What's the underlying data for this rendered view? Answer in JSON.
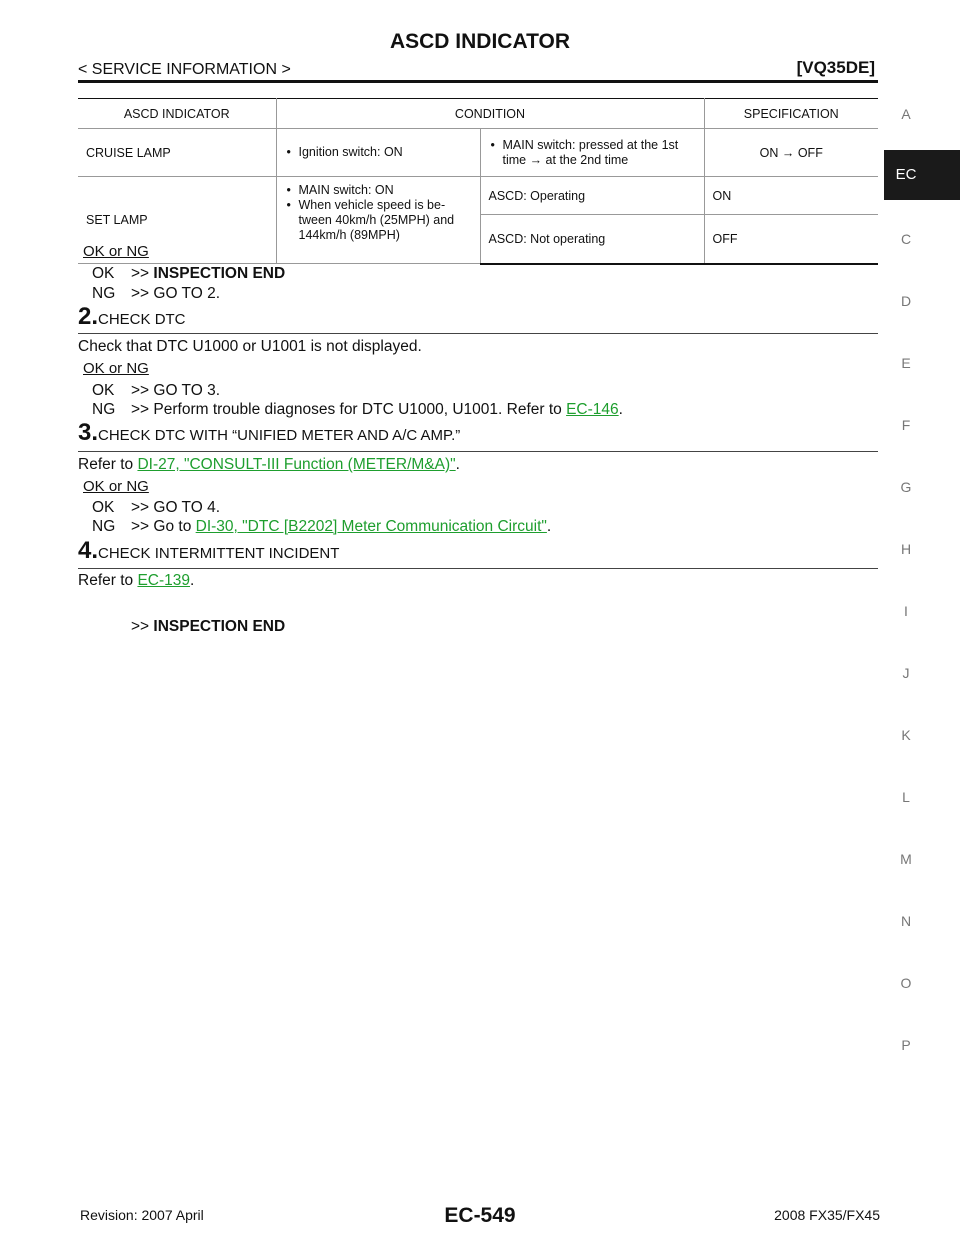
{
  "header": {
    "title": "ASCD INDICATOR",
    "breadcrumb": "< SERVICE INFORMATION >",
    "engine": "[VQ35DE]"
  },
  "side_index": {
    "letters": [
      "A",
      "EC",
      "C",
      "D",
      "E",
      "F",
      "G",
      "H",
      "I",
      "J",
      "K",
      "L",
      "M",
      "N",
      "O",
      "P"
    ],
    "active": "EC"
  },
  "spec_table": {
    "headers": [
      "ASCD INDICATOR",
      "CONDITION",
      "SPECIFICATION"
    ],
    "cruise": {
      "indicator": "CRUISE LAMP",
      "condition": "Ignition switch: ON",
      "sub_condition": "MAIN switch: pressed at the 1st time → at the 2nd time",
      "spec": "ON → OFF"
    },
    "set": {
      "indicator": "SET LAMP",
      "condition_1": "MAIN switch: ON",
      "condition_2": "When vehicle speed is be-tween 40km/h (25MPH) and 144km/h (89MPH)",
      "sub_1": "ASCD: Operating",
      "spec_1": "ON",
      "sub_2": "ASCD: Not operating",
      "spec_2": "OFF"
    }
  },
  "okng_label": "OK or NG",
  "step1": {
    "ok_label": "OK",
    "ok_text": "INSPECTION END",
    "ng_label": "NG",
    "ng_text": ">> GO TO 2."
  },
  "step2": {
    "num": "2.",
    "title": "CHECK DTC",
    "body": "Check that DTC U1000 or U1001 is not displayed.",
    "ok_label": "OK",
    "ok_text": ">> GO TO 3.",
    "ng_label": "NG",
    "ng_text": ">> Perform trouble diagnoses for DTC U1000, U1001. Refer to ",
    "ng_link": "EC-146"
  },
  "step3": {
    "num": "3.",
    "title": "CHECK DTC WITH “UNIFIED METER AND A/C AMP.”",
    "body": "Refer to ",
    "link": "DI-27, \"CONSULT-III Function (METER/M&A)\"",
    "ok_label": "OK",
    "ok_text": ">> GO TO 4.",
    "ng_label": "NG",
    "ng_text": ">> Go to ",
    "ng_link": "DI-30, \"DTC [B2202] Meter Communication Circuit\""
  },
  "step4": {
    "num": "4.",
    "title": "CHECK INTERMITTENT INCIDENT",
    "body": "Refer to ",
    "link": "EC-139",
    "end_text": "INSPECTION END"
  },
  "footer": {
    "revision": "Revision: 2007 April",
    "page": "EC-549",
    "model": "2008 FX35/FX45"
  }
}
